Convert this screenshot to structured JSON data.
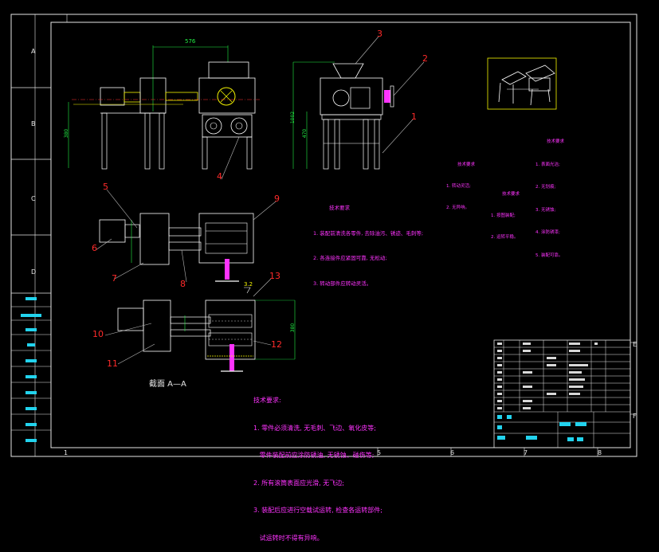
{
  "drawing": {
    "zones_left": [
      "A",
      "B",
      "C",
      "D"
    ],
    "zones_right": [
      "E",
      "F"
    ],
    "zones_bottom": [
      "1",
      "5",
      "6",
      "7",
      "8"
    ],
    "section_label": "截面 A—A",
    "callouts": [
      "1",
      "2",
      "3",
      "4",
      "5",
      "6",
      "7",
      "8",
      "9",
      "10",
      "11",
      "12",
      "13"
    ],
    "dimensions": {
      "top_width": "576",
      "left_height": "380",
      "right_height1": "1002",
      "right_height2": "470",
      "lower_right": "380",
      "roughness": "3.2"
    }
  },
  "notes": {
    "center_title": "技术要求",
    "center_lines": [
      "1. 装配前清洗各零件, 去除油污、锈迹、毛刺等;",
      "2. 各连接件应紧固可靠, 无松动;",
      "3. 转动部件应转动灵活。"
    ],
    "bottom_title": "技术要求:",
    "bottom_lines": [
      "1. 零件必须清洗, 无毛刺、飞边、氧化皮等;",
      "   零件装配前应涂防锈油, 无锈蚀、碰伤等;",
      "2. 所有滚筒表面应光滑, 无飞边;",
      "3. 装配后应进行空载试运转, 检查各运转部件;",
      "   试运转时不得有异响。"
    ],
    "right_block1_title": "技术要求",
    "right_block1_lines": [
      "1. 转动灵活;",
      "2. 无异响。"
    ],
    "right_block2_title": "技术要求",
    "right_block2_lines": [
      "1. 表面光洁;",
      "2. 无划痕;",
      "3. 无锈蚀;",
      "4. 涂防锈漆;",
      "5. 装配可靠。"
    ],
    "right_block3_title": "技术要求",
    "right_block3_lines": [
      "1. 按图装配;",
      "2. 运转平稳。"
    ]
  },
  "colors": {
    "background": "#000000",
    "frame": "#e6e6e6",
    "outline": "#ffffff",
    "centerline": "#ff3333",
    "dimension": "#22ee44",
    "leader": "#cccccc",
    "highlight": "#ff33ff",
    "cyan": "#22d3ee",
    "yellow": "#f5f500",
    "title_block": "#e6e6e6"
  }
}
